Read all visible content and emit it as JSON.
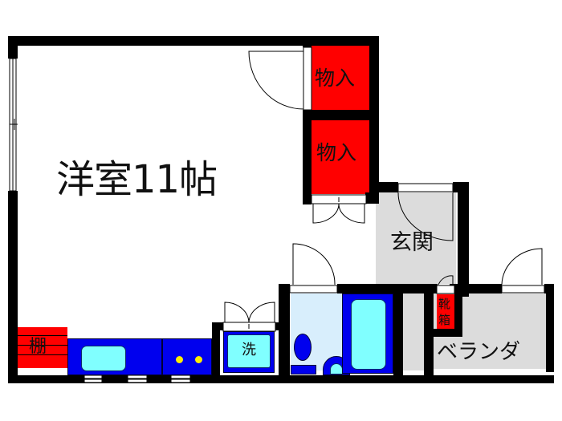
{
  "floor_plan": {
    "rooms": {
      "western_room": {
        "label": "洋室11帖",
        "size_jo": 11
      },
      "closet_1": {
        "label": "物入"
      },
      "closet_2": {
        "label": "物入"
      },
      "entrance": {
        "label": "玄関"
      },
      "shoe_box": {
        "label": "靴箱"
      },
      "veranda": {
        "label": "ベランダ"
      },
      "shelf": {
        "label": "棚"
      },
      "washer": {
        "label": "洗"
      }
    },
    "colors": {
      "wall": "#000000",
      "storage": "#ff0000",
      "fixture": "#0000ee",
      "fixture_inner": "#80ffff",
      "entrance_floor": "#dcdcdc",
      "veranda_floor": "#dcdcdc",
      "bath_floor": "#d8eefc",
      "stove_burner": "#ffee00"
    }
  }
}
